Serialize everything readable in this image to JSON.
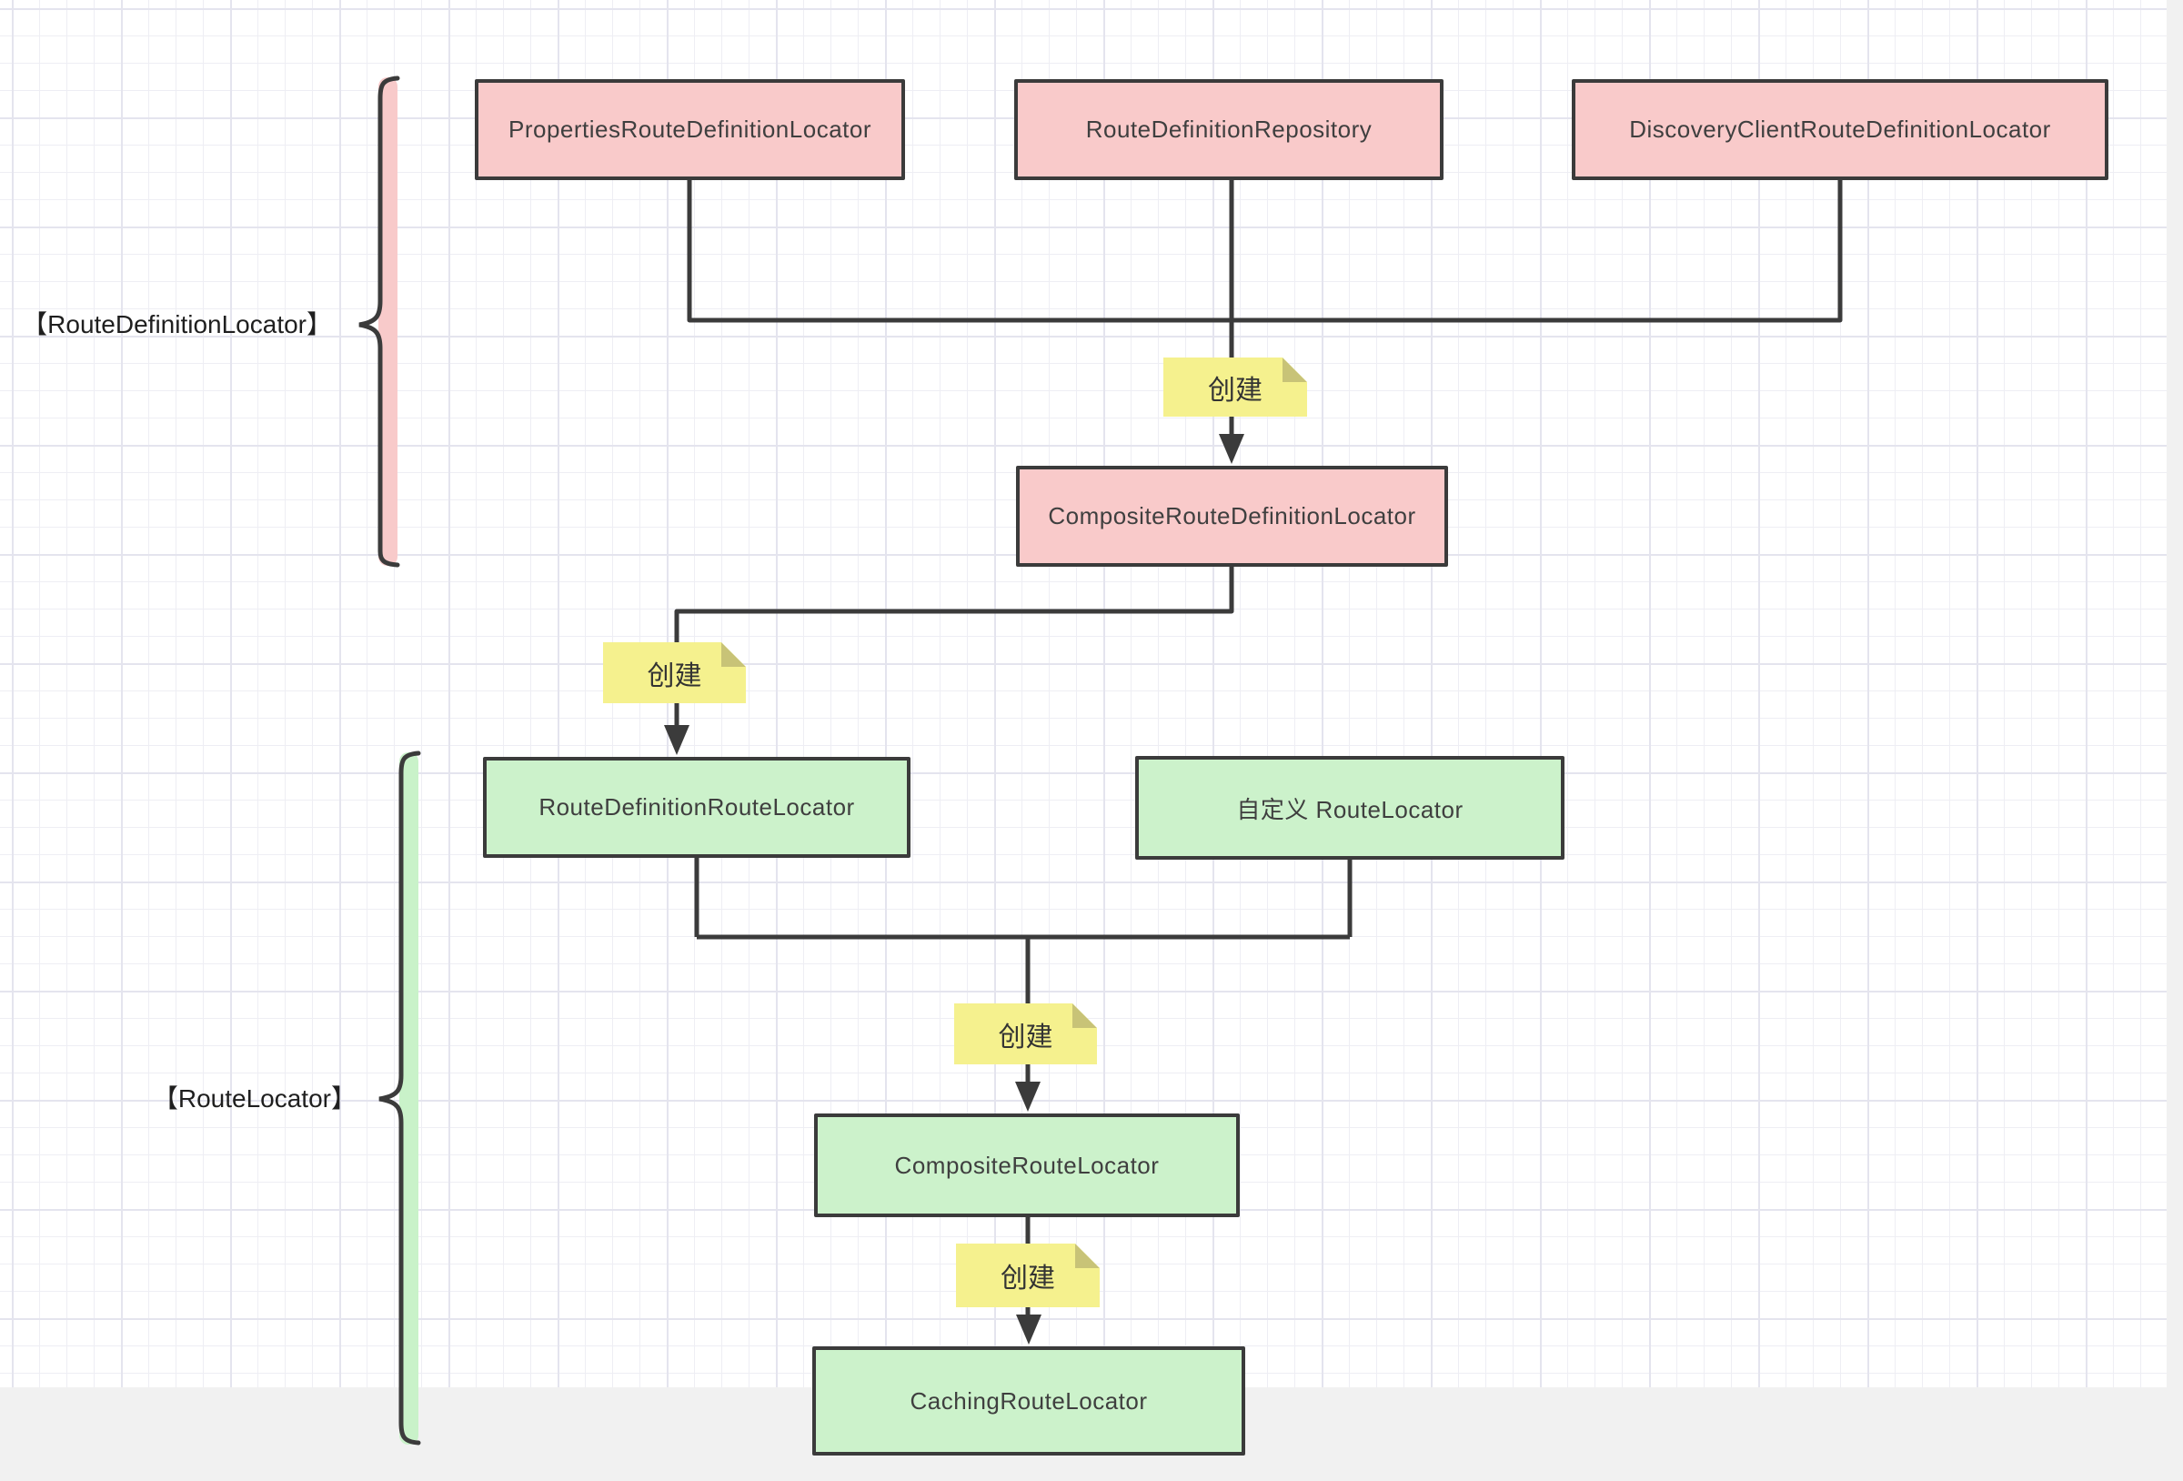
{
  "colors": {
    "node_pink_fill": "#f9caca",
    "node_green_fill": "#ccf2cb",
    "note_yellow_fill": "#f5f18e",
    "note_fold": "#c8c377",
    "line_stroke": "#3b3b3b",
    "brace_pink_band": "#f8caca",
    "brace_green_band": "#c9f2c9",
    "canvas_margin_gray": "#f1f1f1"
  },
  "groups": {
    "route_definition_locator": {
      "label": "【RouteDefinitionLocator】"
    },
    "route_locator": {
      "label": "【RouteLocator】"
    }
  },
  "nodes": {
    "properties_route_definition_locator": {
      "label": "PropertiesRouteDefinitionLocator"
    },
    "route_definition_repository": {
      "label": "RouteDefinitionRepository"
    },
    "discovery_client_route_definition_locator": {
      "label": "DiscoveryClientRouteDefinitionLocator"
    },
    "composite_route_definition_locator": {
      "label": "CompositeRouteDefinitionLocator"
    },
    "route_definition_route_locator": {
      "label": "RouteDefinitionRouteLocator"
    },
    "custom_route_locator": {
      "label": "自定义 RouteLocator"
    },
    "composite_route_locator": {
      "label": "CompositeRouteLocator"
    },
    "caching_route_locator": {
      "label": "CachingRouteLocator"
    }
  },
  "notes": {
    "create_1": {
      "label": "创建"
    },
    "create_2": {
      "label": "创建"
    },
    "create_3": {
      "label": "创建"
    },
    "create_4": {
      "label": "创建"
    }
  }
}
